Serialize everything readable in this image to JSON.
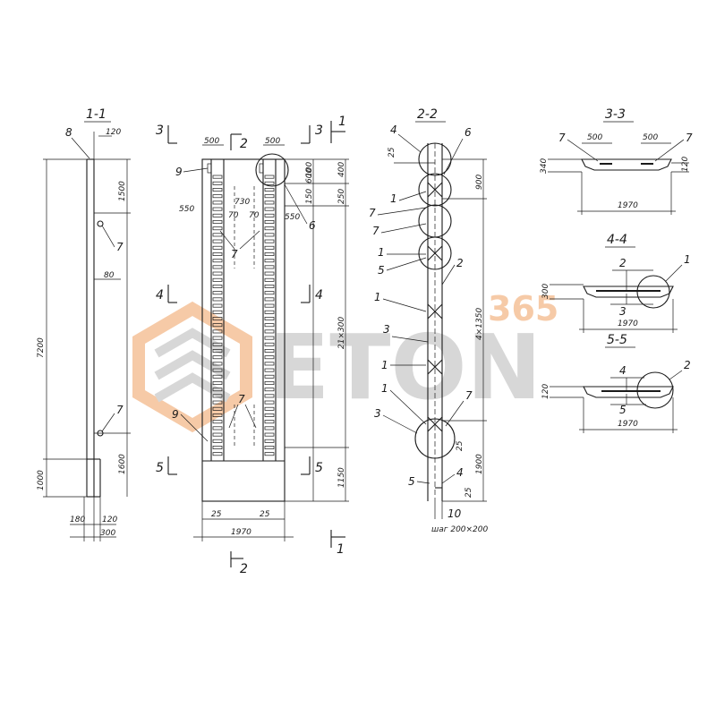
{
  "watermark": {
    "brand": "ETON",
    "number": "365",
    "logo_color": "#f0a060",
    "text_color": "#b8b8b8"
  },
  "section_1_1": {
    "title": "1-1",
    "callouts": [
      "8",
      "7",
      "7"
    ],
    "dims": {
      "top_offset": "120",
      "height_total": "7200",
      "seg_top": "1500",
      "gap": "80",
      "seg_bottom": "1600",
      "base": "1000",
      "bottom_a": "180",
      "bottom_b": "120",
      "bottom_width": "300"
    }
  },
  "elevation": {
    "cut_3_left": "3",
    "cut_3_right": "3",
    "cut_2_top": "2",
    "cut_1_top": "1",
    "cut_4_left": "4",
    "cut_4_right": "4",
    "cut_5_left": "5",
    "cut_5_right": "5",
    "cut_1_bottom": "1",
    "cut_2_bottom": "2",
    "callouts": {
      "c9_top": "9",
      "c6": "6",
      "c7_mid": "7",
      "c9_bottom": "9",
      "c7_bottom": "7"
    },
    "dims": {
      "top_left": "500",
      "top_right": "500",
      "d400": "400",
      "d600": "600",
      "d100": "100",
      "d150": "150",
      "d250": "250",
      "d730": "730",
      "d70a": "70",
      "d70b": "70",
      "d550_left": "550",
      "d550_right": "550",
      "pitch": "21×300",
      "d1150": "1150",
      "b25_left": "25",
      "b25_right": "25",
      "width": "1970"
    }
  },
  "section_2_2": {
    "title": "2-2",
    "callouts": [
      "4",
      "6",
      "1",
      "7",
      "7",
      "1",
      "5",
      "2",
      "1",
      "3",
      "1",
      "1",
      "3",
      "7",
      "5",
      "4",
      "10"
    ],
    "dims": {
      "d25_top": "25",
      "d900": "900",
      "pitch": "4×1350",
      "d1900": "1900",
      "d25_mid": "25",
      "d25_bot": "25"
    },
    "step_label": "шаг 200×200"
  },
  "section_3_3": {
    "title": "3-3",
    "c7_left": "7",
    "c7_right": "7",
    "d500_left": "500",
    "d500_right": "500",
    "d340": "340",
    "d120": "120",
    "width": "1970"
  },
  "section_4_4": {
    "title": "4-4",
    "c2": "2",
    "c1": "1",
    "c3": "3",
    "d300": "300",
    "width": "1970"
  },
  "section_5_5": {
    "title": "5-5",
    "c4": "4",
    "c2": "2",
    "c5": "5",
    "d120": "120",
    "width": "1970"
  }
}
